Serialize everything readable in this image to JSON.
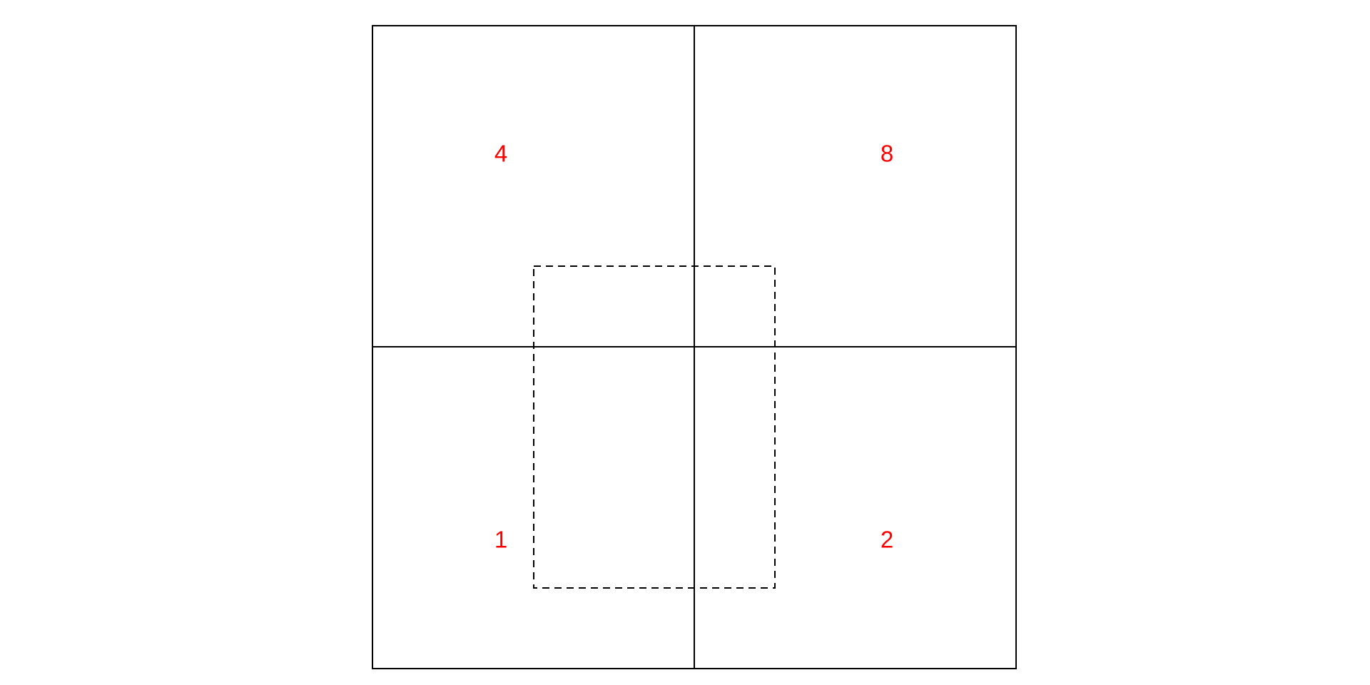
{
  "diagram": {
    "quadrant_labels": {
      "top_left": "4",
      "top_right": "8",
      "bottom_left": "1",
      "bottom_right": "2"
    },
    "colors": {
      "grid_line": "#000000",
      "label": "#ff0000",
      "background": "#ffffff"
    },
    "selection_box_style": "dashed"
  }
}
